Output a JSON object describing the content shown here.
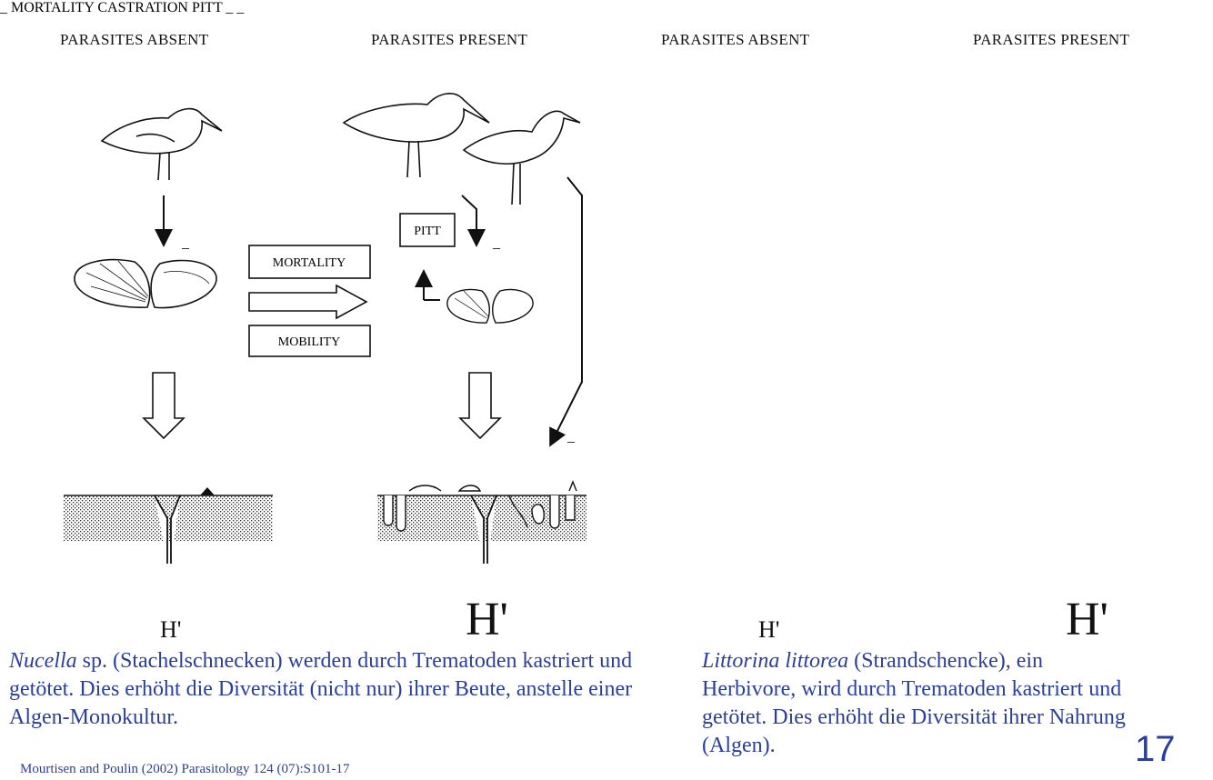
{
  "headers": {
    "left_absent": "PARASITES ABSENT",
    "left_present": "PARASITES PRESENT",
    "right_absent": "PARASITES ABSENT",
    "right_present": "PARASITES PRESENT"
  },
  "left_panel": {
    "box_mortality": "MORTALITY",
    "box_mobility": "MOBILITY",
    "box_pitt": "PITT",
    "minus": "_",
    "diversity_absent": "H'",
    "diversity_present": "H'"
  },
  "right_panel": {
    "box_mortality": "MORTALITY",
    "box_castration": "CASTRATION",
    "box_pitt": "PITT",
    "minus": "_",
    "diversity_absent": "H'",
    "diversity_present": "H'"
  },
  "captions": {
    "left_italic": "Nucella",
    "left_text": " sp. (Stachelschnecken) werden durch Trematoden kastriert und getötet. Dies erhöht die Diversität (nicht nur) ihrer Beute, anstelle einer Algen-Monokultur.",
    "right_italic": "Littorina littorea",
    "right_text": " (Strandschencke), ein Herbivore, wird durch Trematoden kastriert und getötet. Dies erhöht die Diversität ihrer Nahrung (Algen)."
  },
  "citation": "Mourtisen and Poulin (2002) Parasitology 124 (07):S101-17",
  "page_number": "17"
}
